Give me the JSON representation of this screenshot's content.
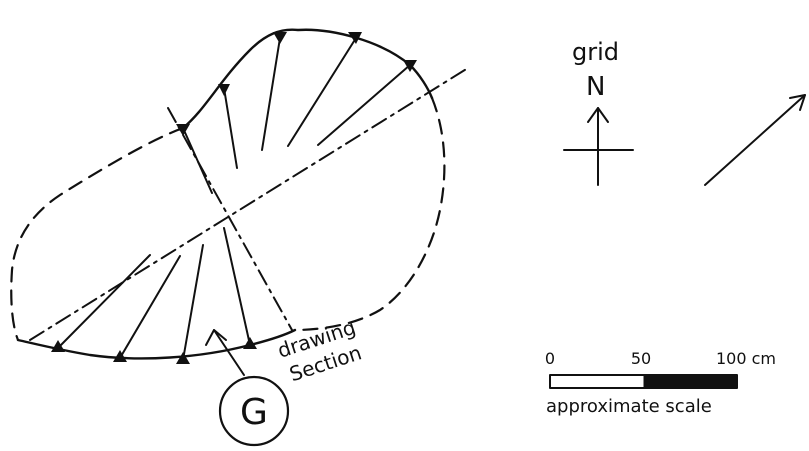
{
  "north_arrow": {
    "label_line1": "grid",
    "label_line2": "N"
  },
  "section_marker": {
    "letter": "G"
  },
  "section_label": {
    "line1": "drawing",
    "line2": "Section"
  },
  "scale_bar": {
    "tick_0": "0",
    "tick_50": "50",
    "tick_100": "100 cm",
    "caption": "approximate scale",
    "segments": [
      {
        "from": 0,
        "to": 50,
        "fill": "#ffffff"
      },
      {
        "from": 50,
        "to": 100,
        "fill": "#111111"
      }
    ]
  },
  "colors": {
    "ink": "#111111",
    "background": "#ffffff"
  }
}
